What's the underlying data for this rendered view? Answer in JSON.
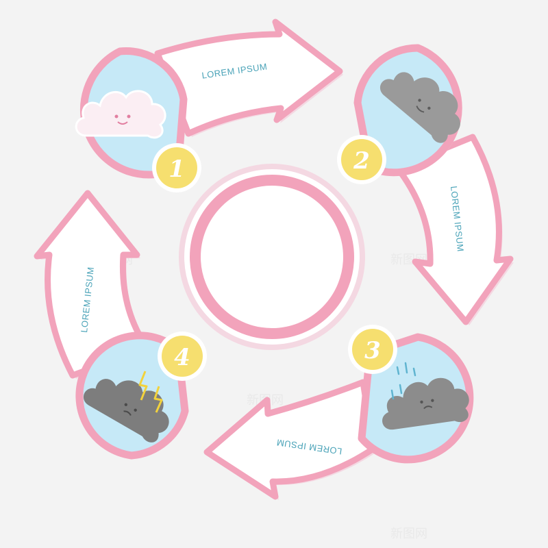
{
  "colors": {
    "background": "#f3f3f3",
    "outline": "#f2a3bb",
    "arrow_fill": "#ffffff",
    "shadow": "#f4d8e2",
    "bubble": "#c6e9f7",
    "badge": "#f6df6f",
    "label_text": "#4aa3b8",
    "cloud_white": "#fbeef3",
    "cloud_grey": "#9a9a9a",
    "cloud_dark": "#7d7d7d",
    "rain": "#5fb4d0",
    "lightning": "#f2d23c"
  },
  "steps": [
    {
      "number": "1",
      "label": "LOREM IPSUM",
      "icon": "happy-white-cloud-icon"
    },
    {
      "number": "2",
      "label": "LOREM IPSUM",
      "icon": "grey-cloud-icon"
    },
    {
      "number": "3",
      "label": "LOREM IPSUM",
      "icon": "rain-cloud-icon"
    },
    {
      "number": "4",
      "label": "LOREM IPSUM",
      "icon": "thunder-cloud-icon"
    }
  ],
  "watermark": "新图网"
}
